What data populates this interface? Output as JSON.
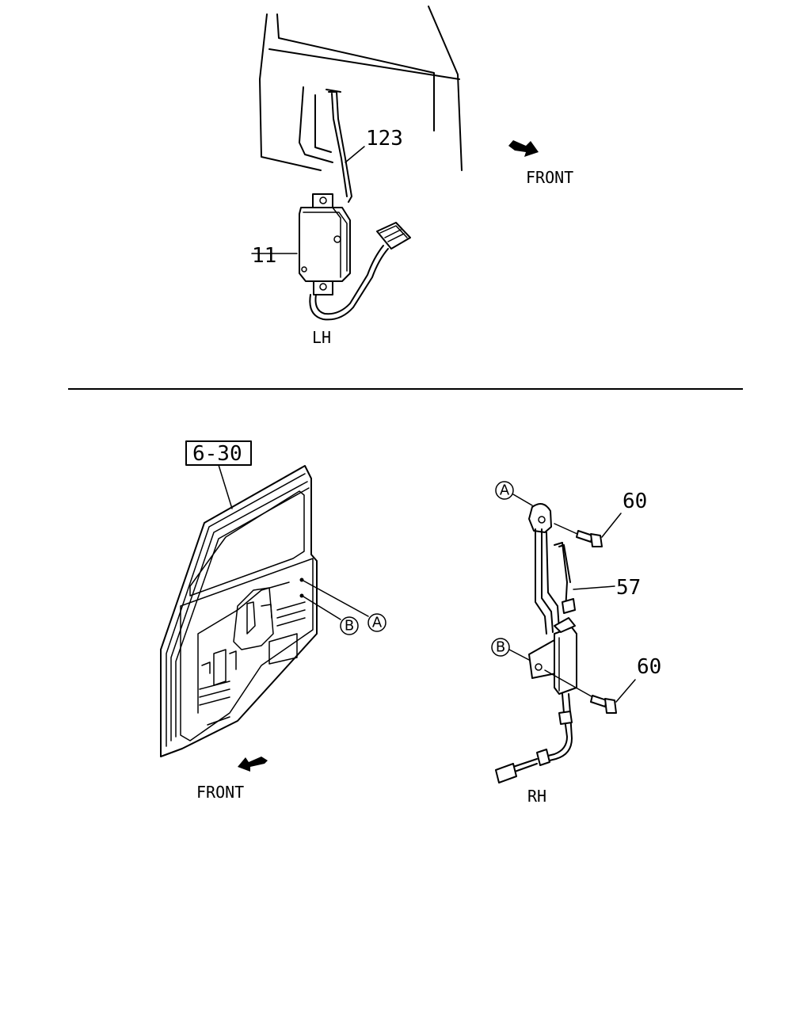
{
  "labels": {
    "part_123": "123",
    "part_11": "11",
    "lh": "LH",
    "front_top": "FRONT",
    "ref_6_30": "6-30",
    "front_bottom": "FRONT",
    "part_60a": "60",
    "part_57": "57",
    "part_60b": "60",
    "rh": "RH",
    "callout_a": "A",
    "callout_b": "B"
  },
  "icons": {
    "front_arrow_top": "front-arrow-icon",
    "front_arrow_bottom": "front-arrow-icon",
    "callout_circle": "circle-callout-icon"
  },
  "colors": {
    "ink": "#000000",
    "paper": "#ffffff"
  }
}
